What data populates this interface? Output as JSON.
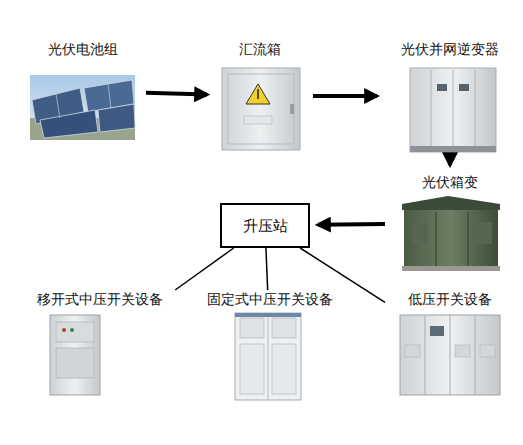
{
  "diagram": {
    "nodes": [
      {
        "text": [
          "光伏电池组"
        ]
      },
      {
        "text": [
          "汇流箱"
        ]
      },
      {
        "text": [
          "光伏并网逆变器"
        ]
      },
      {
        "text": [
          "光伏箱变"
        ]
      },
      {
        "text": [
          "升压站"
        ]
      },
      {
        "text": [
          "移开式中压开关设备"
        ]
      },
      {
        "text": [
          "固定式中压开关设备"
        ]
      },
      {
        "text": [
          "低压开关设备"
        ]
      }
    ],
    "edges": [
      {
        "from": 0,
        "to": 1,
        "arrow": "to"
      },
      {
        "from": 1,
        "to": 2,
        "arrow": "to"
      },
      {
        "from": 2,
        "to": 3,
        "arrow": "to"
      },
      {
        "from": 3,
        "to": 4,
        "arrow": "to"
      },
      {
        "from": 4,
        "to": 5,
        "arrow": "none"
      },
      {
        "from": 4,
        "to": 6,
        "arrow": "none"
      },
      {
        "from": 4,
        "to": 7,
        "arrow": "none"
      }
    ]
  }
}
